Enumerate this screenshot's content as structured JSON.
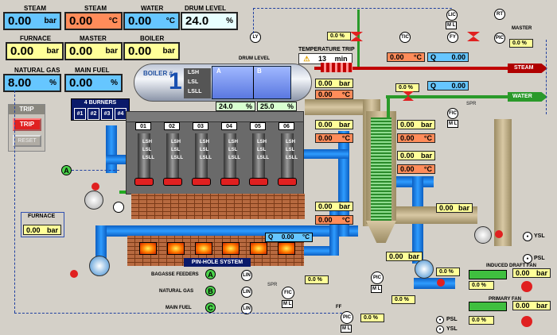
{
  "top_panels": {
    "steam_pressure": {
      "label": "STEAM",
      "value": "0.00",
      "unit": "bar"
    },
    "steam_temp": {
      "label": "STEAM",
      "value": "0.00",
      "unit": "°C"
    },
    "water": {
      "label": "WATER",
      "value": "0.00",
      "unit": "°C"
    },
    "drum_level": {
      "label": "DRUM LEVEL",
      "value": "24.0",
      "unit": "%"
    },
    "furnace": {
      "label": "FURNACE",
      "value": "0.00",
      "unit": "bar"
    },
    "master": {
      "label": "MASTER",
      "value": "0.00",
      "unit": "bar"
    },
    "boiler": {
      "label": "BOILER",
      "value": "0.00",
      "unit": "bar"
    },
    "natural_gas": {
      "label": "NATURAL GAS",
      "value": "8.00",
      "unit": "%"
    },
    "main_fuel": {
      "label": "MAIN FUEL",
      "value": "0.00",
      "unit": "%"
    }
  },
  "trip": {
    "title": "TRIP",
    "trip_button": "TRIP",
    "reset_button": "RESET"
  },
  "burners": {
    "title": "4 BURNERS",
    "buttons": [
      "#1",
      "#2",
      "#3",
      "#4"
    ]
  },
  "boiler": {
    "label": "BOILER #",
    "number": "1",
    "drum_a": "A",
    "drum_b": "B",
    "level_a": "24.0",
    "level_b": "25.0",
    "unit": "%",
    "switches": [
      "LSH",
      "LSL",
      "LSLL"
    ]
  },
  "drum_level_label": "DRUM LEVEL",
  "temperature_trip": {
    "title": "TEMPERATURE TRIP",
    "value": "13",
    "unit": "min"
  },
  "cells": [
    "01",
    "02",
    "03",
    "04",
    "05",
    "06"
  ],
  "cell_switches": [
    "LSH",
    "LSL",
    "LSLL"
  ],
  "instruments": {
    "ly": "LY",
    "lic": "LIC",
    "tic": "TIC",
    "fy": "FY",
    "rt": "RT",
    "pic_top": "PIC",
    "fic_water": "FIC",
    "pic_lower": "PIC",
    "fic_bottom": "FIC",
    "pic_bottom": "PIC",
    "lin": "LIN",
    "ml": "M L",
    "ml_boxed": "M|L",
    "spr": "SPR",
    "ff": "FF"
  },
  "top_right": {
    "master_label": "MASTER",
    "pct1": "0.0 %",
    "pct2": "0.0 %",
    "temp": "0.00",
    "temp_unit": "°C",
    "q_label": "Q",
    "flow": "0.00",
    "steam_label": "STEAM"
  },
  "water_line": {
    "pct": "0.0 %",
    "flow_label": "Q",
    "flow": "0.00",
    "water_label": "WATER",
    "spr": "SPR"
  },
  "readings_mid": [
    {
      "value": "0.00",
      "unit": "bar"
    },
    {
      "value": "0.00",
      "unit": "°C"
    },
    {
      "value": "0.00",
      "unit": "bar"
    },
    {
      "value": "0.00",
      "unit": "°C"
    },
    {
      "value": "0.00",
      "unit": "bar"
    },
    {
      "value": "0.00",
      "unit": "°C"
    },
    {
      "value": "0.00",
      "unit": "bar"
    },
    {
      "value": "0.00",
      "unit": "°C"
    }
  ],
  "economizer_reading": {
    "value": "0.00",
    "unit": "°C"
  },
  "furnace_box": {
    "title": "FURNACE",
    "value": "0.00",
    "unit": "bar"
  },
  "pinhole": {
    "title": "PIN-HOLE SYSTEM",
    "q": "Q",
    "value": "0.00",
    "unit": "°C",
    "pct": "0.0 %"
  },
  "fuel_lines": [
    {
      "label": "BAGASSE FEEDERS",
      "letter": "A"
    },
    {
      "label": "NATURAL GAS",
      "letter": "B"
    },
    {
      "label": "MAIN FUEL",
      "letter": "C"
    }
  ],
  "a_marker": "A",
  "fic_pct": "0.0 %",
  "draft": {
    "induced_label": "INDUCED DRAFT FAN",
    "primary_label": "PRIMARY FAN",
    "ysl": "YSL",
    "psl": "PSL",
    "induced_pct": "0.0 %",
    "primary_pct": "0.0 %",
    "id_bar1": "0.00",
    "id_bar2": "0.00",
    "pa_bar1": "0.00",
    "pa_bar2": "0.00",
    "unit": "bar",
    "pic_pct": "0.0 %",
    "fan_pct": "0.0 %",
    "bottom_pct": "0.0 %",
    "flue_bar": "0.00",
    "flue_unit": "bar"
  },
  "colors": {
    "background": "#d4d0c8",
    "display_yellow": "#ffff99",
    "display_orange": "#ff8c5a",
    "display_blue": "#66c6ff",
    "steam_pipe": "#c00000",
    "water_pipe": "#2a9a2a",
    "trip_red": "#e02020"
  }
}
